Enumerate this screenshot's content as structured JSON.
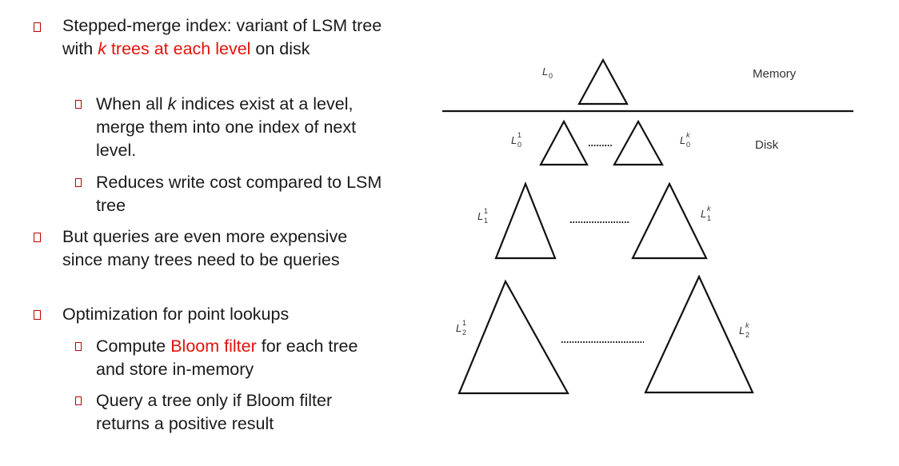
{
  "bullets": {
    "b1": {
      "pre": "Stepped-merge index: variant of LSM tree with ",
      "k": "k",
      "red": " trees at each level",
      "post": " on disk"
    },
    "b1a": {
      "pre": "When all ",
      "k": "k",
      "post": " indices exist at a level, merge them into one index of next level."
    },
    "b1b": {
      "text": "Reduces write cost compared to LSM tree"
    },
    "b2": {
      "text": "But queries are even more expensive since many trees need to be queries"
    },
    "b3": {
      "text": "Optimization for point lookups"
    },
    "b3a": {
      "pre": "Compute ",
      "red": "Bloom filter",
      "post": " for each tree and store in-memory"
    },
    "b3b": {
      "text": "Query a tree only if Bloom filter returns a positive result"
    }
  },
  "diagram": {
    "memory_label": "Memory",
    "disk_label": "Disk",
    "level_symbol": "L",
    "L0": {
      "sub": "0"
    },
    "L0_1": {
      "sup": "1",
      "sub": "0"
    },
    "L0_k": {
      "sup": "k",
      "sub": "0"
    },
    "L1_1": {
      "sup": "1",
      "sub": "1"
    },
    "L1_k": {
      "sup": "k",
      "sub": "1"
    },
    "L2_1": {
      "sup": "1",
      "sub": "2"
    },
    "L2_k": {
      "sup": "k",
      "sub": "2"
    }
  },
  "colors": {
    "accent_red": "#e3120b",
    "bullet_marker": "#c00000"
  }
}
